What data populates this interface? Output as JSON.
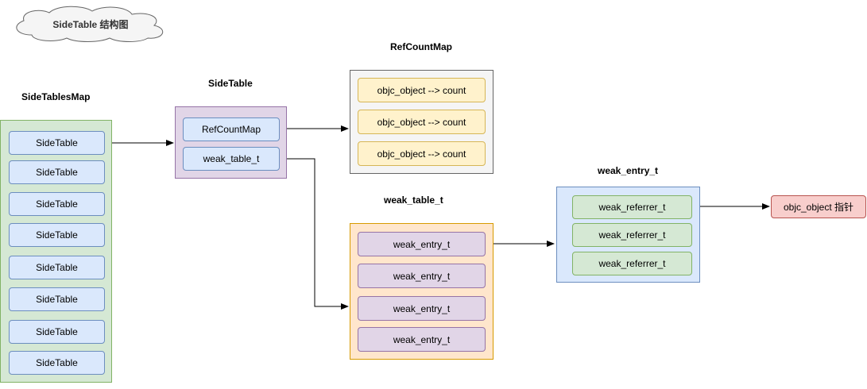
{
  "cloud_label": "SideTable 结构图",
  "side_tables_map": {
    "title": "SideTablesMap",
    "items": [
      "SideTable",
      "SideTable",
      "SideTable",
      "SideTable",
      "SideTable",
      "SideTable",
      "SideTable",
      "SideTable"
    ]
  },
  "side_table": {
    "title": "SideTable",
    "items": [
      "RefCountMap",
      "weak_table_t"
    ]
  },
  "ref_count_map": {
    "title": "RefCountMap",
    "items": [
      "objc_object  -->  count",
      "objc_object  -->  count",
      "objc_object  -->  count"
    ]
  },
  "weak_table": {
    "title": "weak_table_t",
    "items": [
      "weak_entry_t",
      "weak_entry_t",
      "weak_entry_t",
      "weak_entry_t"
    ]
  },
  "weak_entry": {
    "title": "weak_entry_t",
    "items": [
      "weak_referrer_t",
      "weak_referrer_t",
      "weak_referrer_t"
    ]
  },
  "pointer": {
    "label": "objc_object 指针"
  },
  "colors": {
    "green_fill": "#d5e8d4",
    "green_stroke": "#82b366",
    "blue_fill": "#dae8fc",
    "blue_stroke": "#6c8ebf",
    "purple_fill": "#e1d5e7",
    "purple_stroke": "#9673a6",
    "yellow_fill": "#fff2cc",
    "yellow_stroke": "#d6b656",
    "orange_fill": "#ffe6cc",
    "orange_stroke": "#d79b00",
    "gray_fill": "#f5f5f5",
    "gray_stroke": "#666666",
    "red_fill": "#f8cecc",
    "red_stroke": "#b85450"
  }
}
